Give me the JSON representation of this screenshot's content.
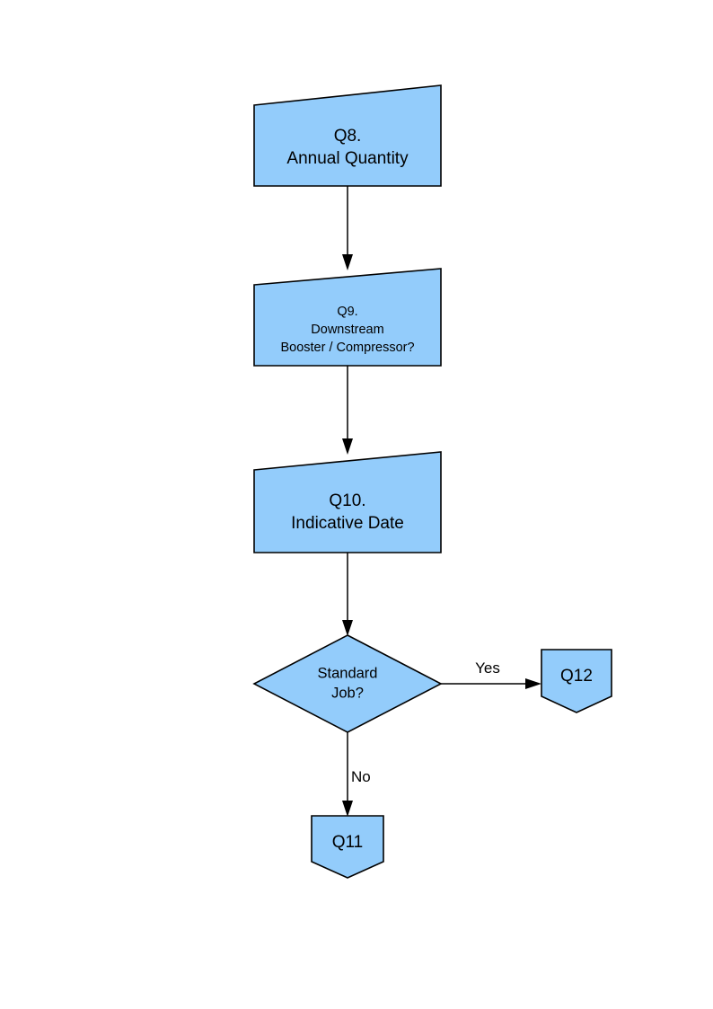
{
  "diagram": {
    "type": "flowchart",
    "title": "",
    "background_color": "#ffffff",
    "node_fill_color": "#93CCFB",
    "node_border_color": "#000000",
    "connector_color": "#000000",
    "nodes": [
      {
        "id": "q8",
        "shape": "slanted-quadrilateral",
        "lines": [
          "Q8.",
          "Annual Quantity"
        ],
        "line1": "Q8.",
        "line2": "Annual Quantity",
        "line3": ""
      },
      {
        "id": "q9",
        "shape": "slanted-quadrilateral",
        "lines": [
          "Q9.",
          "Downstream",
          "Booster / Compressor?"
        ],
        "line1": "Q9.",
        "line2": "Downstream",
        "line3": "Booster / Compressor?"
      },
      {
        "id": "q10",
        "shape": "slanted-quadrilateral",
        "lines": [
          "Q10.",
          "Indicative Date"
        ],
        "line1": "Q10.",
        "line2": "Indicative Date",
        "line3": ""
      },
      {
        "id": "decision",
        "shape": "diamond",
        "lines": [
          "Standard",
          "Job?"
        ],
        "line1": "Standard",
        "line2": "Job?",
        "line3": ""
      },
      {
        "id": "q12",
        "shape": "pentagon-notched",
        "lines": [
          "Q12"
        ],
        "line1": "Q12",
        "line2": "",
        "line3": ""
      },
      {
        "id": "q11",
        "shape": "pentagon-notched",
        "lines": [
          "Q11"
        ],
        "line1": "Q11",
        "line2": "",
        "line3": ""
      }
    ],
    "edges": [
      {
        "id": "e1",
        "from": "q8",
        "to": "q9",
        "label": ""
      },
      {
        "id": "e2",
        "from": "q9",
        "to": "q10",
        "label": ""
      },
      {
        "id": "e3",
        "from": "q10",
        "to": "decision",
        "label": ""
      },
      {
        "id": "e4",
        "from": "decision",
        "to": "q12",
        "label": "Yes"
      },
      {
        "id": "e5",
        "from": "decision",
        "to": "q11",
        "label": "No"
      }
    ]
  }
}
